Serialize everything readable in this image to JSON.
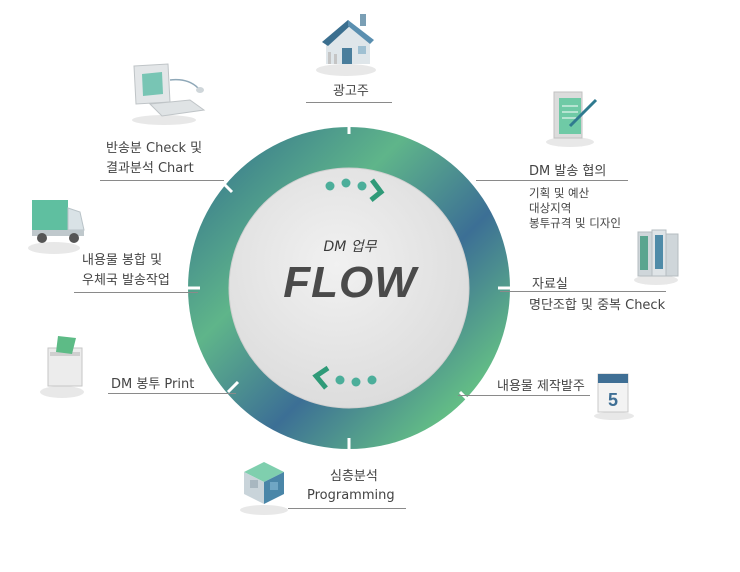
{
  "center": {
    "subtitle": "DM 업무",
    "title": "FLOW"
  },
  "steps": [
    {
      "label": "광고주",
      "icon": "house-icon"
    },
    {
      "label": "DM 발송 협의",
      "details": [
        "기획 및 예산",
        "대상지역",
        "봉투규격 및 디자인"
      ],
      "icon": "document-pen-icon"
    },
    {
      "label": "자료실",
      "details": [
        "명단조합 및 중복 Check"
      ],
      "icon": "binders-icon"
    },
    {
      "label": "내용물 제작발주",
      "icon": "calendar-icon"
    },
    {
      "label": "심층분석",
      "details": [
        "Programming"
      ],
      "icon": "cube-icon"
    },
    {
      "label": "DM 봉투 Print",
      "icon": "printer-icon"
    },
    {
      "label": "내용물 봉합 및",
      "details": [
        "우체국 발송작업"
      ],
      "icon": "truck-icon"
    },
    {
      "label": "반송분 Check 및",
      "details": [
        "결과분석 Chart"
      ],
      "icon": "computer-icon"
    }
  ],
  "colors": {
    "ring_green": "#62b883",
    "ring_blue": "#3f7598",
    "center_fill": "#e7e7e7",
    "accent": "#2f9a78"
  }
}
